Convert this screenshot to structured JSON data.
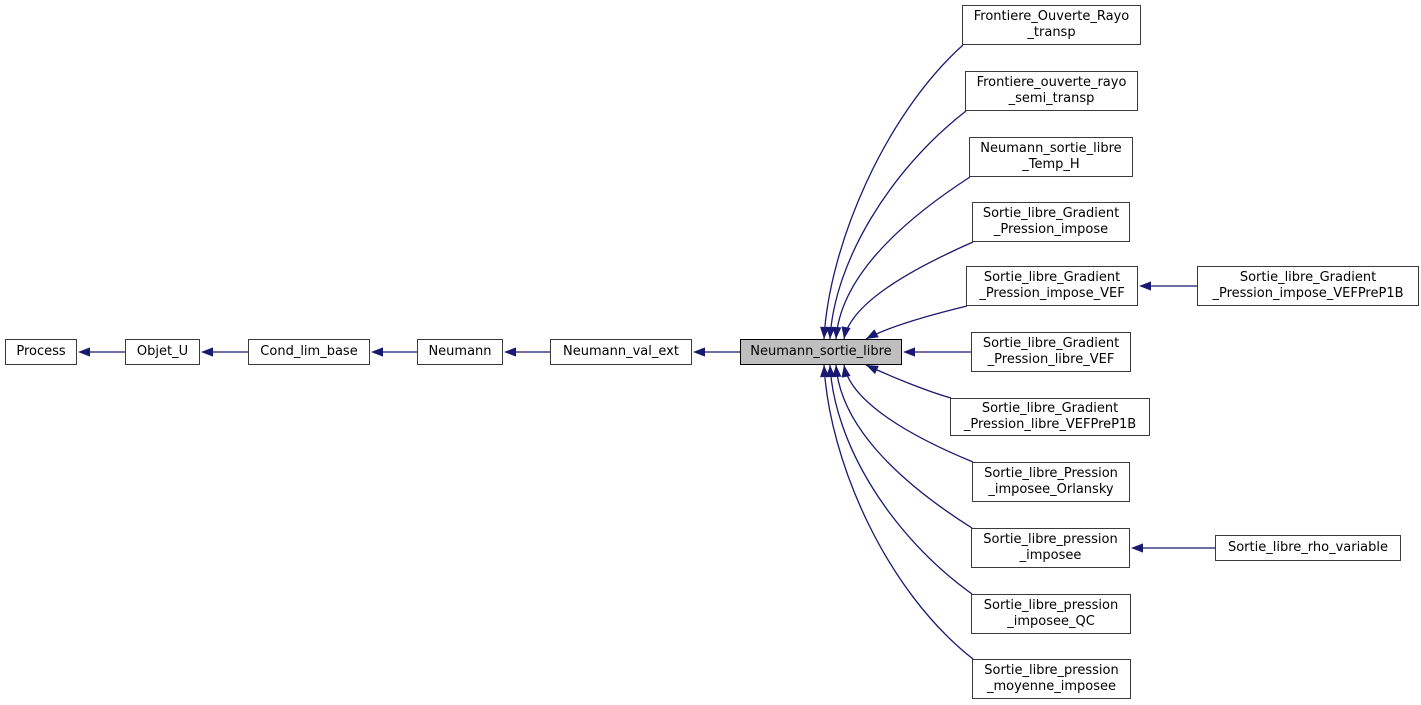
{
  "diagram": {
    "type": "class-inheritance-graph",
    "highlighted_class": "Neumann_sortie_libre",
    "colors": {
      "background": "#ffffff",
      "edge": "#191970",
      "node_border": "#3a3a3a",
      "node_fill": "#ffffff",
      "highlight_fill": "#bfbfbf",
      "highlight_border": "#000000",
      "text": "#000000"
    },
    "nodes": [
      {
        "id": "process",
        "label": "Process",
        "lines": [
          "Process"
        ],
        "highlight": false
      },
      {
        "id": "objet_u",
        "label": "Objet_U",
        "lines": [
          "Objet_U"
        ],
        "highlight": false
      },
      {
        "id": "cond_lim_base",
        "label": "Cond_lim_base",
        "lines": [
          "Cond_lim_base"
        ],
        "highlight": false
      },
      {
        "id": "neumann",
        "label": "Neumann",
        "lines": [
          "Neumann"
        ],
        "highlight": false
      },
      {
        "id": "neumann_val_ext",
        "label": "Neumann_val_ext",
        "lines": [
          "Neumann_val_ext"
        ],
        "highlight": false
      },
      {
        "id": "neumann_sortie_libre",
        "label": "Neumann_sortie_libre",
        "lines": [
          "Neumann_sortie_libre"
        ],
        "highlight": true
      },
      {
        "id": "frontiere_ouverte_rayo_transp",
        "label": "Frontiere_Ouverte_Rayo_transp",
        "lines": [
          "Frontiere_Ouverte_Rayo",
          "_transp"
        ],
        "highlight": false
      },
      {
        "id": "frontiere_ouverte_rayo_semi_transp",
        "label": "Frontiere_ouverte_rayo_semi_transp",
        "lines": [
          "Frontiere_ouverte_rayo",
          "_semi_transp"
        ],
        "highlight": false
      },
      {
        "id": "neumann_sortie_libre_temp_h",
        "label": "Neumann_sortie_libre_Temp_H",
        "lines": [
          "Neumann_sortie_libre",
          "_Temp_H"
        ],
        "highlight": false
      },
      {
        "id": "sortie_libre_gradient_pression_impose",
        "label": "Sortie_libre_Gradient_Pression_impose",
        "lines": [
          "Sortie_libre_Gradient",
          "_Pression_impose"
        ],
        "highlight": false
      },
      {
        "id": "sortie_libre_gradient_pression_impose_vef",
        "label": "Sortie_libre_Gradient_Pression_impose_VEF",
        "lines": [
          "Sortie_libre_Gradient",
          "_Pression_impose_VEF"
        ],
        "highlight": false
      },
      {
        "id": "sortie_libre_gradient_pression_libre_vef",
        "label": "Sortie_libre_Gradient_Pression_libre_VEF",
        "lines": [
          "Sortie_libre_Gradient",
          "_Pression_libre_VEF"
        ],
        "highlight": false
      },
      {
        "id": "sortie_libre_gradient_pression_libre_vefprep1b",
        "label": "Sortie_libre_Gradient_Pression_libre_VEFPreP1B",
        "lines": [
          "Sortie_libre_Gradient",
          "_Pression_libre_VEFPreP1B"
        ],
        "highlight": false
      },
      {
        "id": "sortie_libre_pression_imposee_orlansky",
        "label": "Sortie_libre_Pression_imposee_Orlansky",
        "lines": [
          "Sortie_libre_Pression",
          "_imposee_Orlansky"
        ],
        "highlight": false
      },
      {
        "id": "sortie_libre_pression_imposee",
        "label": "Sortie_libre_pression_imposee",
        "lines": [
          "Sortie_libre_pression",
          "_imposee"
        ],
        "highlight": false
      },
      {
        "id": "sortie_libre_pression_imposee_qc",
        "label": "Sortie_libre_pression_imposee_QC",
        "lines": [
          "Sortie_libre_pression",
          "_imposee_QC"
        ],
        "highlight": false
      },
      {
        "id": "sortie_libre_pression_moyenne_imposee",
        "label": "Sortie_libre_pression_moyenne_imposee",
        "lines": [
          "Sortie_libre_pression",
          "_moyenne_imposee"
        ],
        "highlight": false
      },
      {
        "id": "sortie_libre_gradient_pression_impose_vefprep1b",
        "label": "Sortie_libre_Gradient_Pression_impose_VEFPreP1B",
        "lines": [
          "Sortie_libre_Gradient",
          "_Pression_impose_VEFPreP1B"
        ],
        "highlight": false
      },
      {
        "id": "sortie_libre_rho_variable",
        "label": "Sortie_libre_rho_variable",
        "lines": [
          "Sortie_libre_rho_variable"
        ],
        "highlight": false
      }
    ],
    "edges": [
      {
        "from": "objet_u",
        "to": "process"
      },
      {
        "from": "cond_lim_base",
        "to": "objet_u"
      },
      {
        "from": "neumann",
        "to": "cond_lim_base"
      },
      {
        "from": "neumann_val_ext",
        "to": "neumann"
      },
      {
        "from": "neumann_sortie_libre",
        "to": "neumann_val_ext"
      },
      {
        "from": "frontiere_ouverte_rayo_transp",
        "to": "neumann_sortie_libre"
      },
      {
        "from": "frontiere_ouverte_rayo_semi_transp",
        "to": "neumann_sortie_libre"
      },
      {
        "from": "neumann_sortie_libre_temp_h",
        "to": "neumann_sortie_libre"
      },
      {
        "from": "sortie_libre_gradient_pression_impose",
        "to": "neumann_sortie_libre"
      },
      {
        "from": "sortie_libre_gradient_pression_impose_vef",
        "to": "neumann_sortie_libre"
      },
      {
        "from": "sortie_libre_gradient_pression_libre_vef",
        "to": "neumann_sortie_libre"
      },
      {
        "from": "sortie_libre_gradient_pression_libre_vefprep1b",
        "to": "neumann_sortie_libre"
      },
      {
        "from": "sortie_libre_pression_imposee_orlansky",
        "to": "neumann_sortie_libre"
      },
      {
        "from": "sortie_libre_pression_imposee",
        "to": "neumann_sortie_libre"
      },
      {
        "from": "sortie_libre_pression_imposee_qc",
        "to": "neumann_sortie_libre"
      },
      {
        "from": "sortie_libre_pression_moyenne_imposee",
        "to": "neumann_sortie_libre"
      },
      {
        "from": "sortie_libre_gradient_pression_impose_vefprep1b",
        "to": "sortie_libre_gradient_pression_impose_vef"
      },
      {
        "from": "sortie_libre_rho_variable",
        "to": "sortie_libre_pression_imposee"
      }
    ]
  }
}
